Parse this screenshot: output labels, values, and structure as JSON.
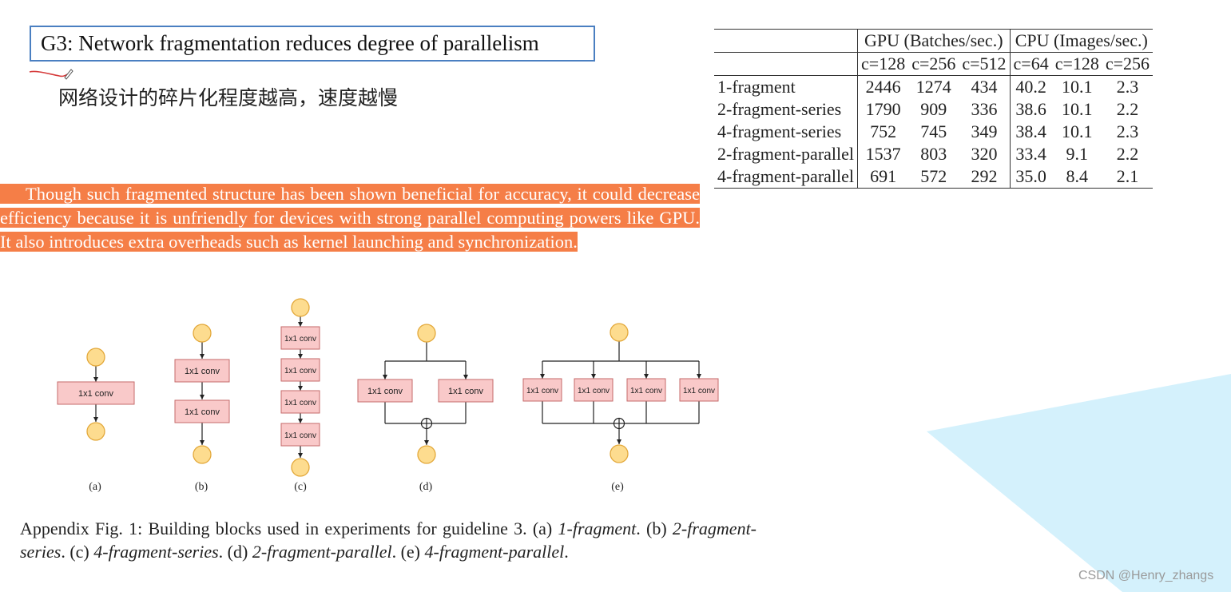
{
  "slide": {
    "title": "G3: Network fragmentation reduces degree of parallelism",
    "subtitle_cn": "网络设计的碎片化程度越高，速度越慢",
    "highlight_color": "#f57e47",
    "paragraph": "Though such fragmented structure has been shown beneficial for accuracy, it could decrease efficiency because it is unfriendly for devices with strong parallel computing powers like GPU. It also introduces extra overheads such as kernel launching and synchronization."
  },
  "table": {
    "group_headers": [
      "GPU (Batches/sec.)",
      "CPU (Images/sec.)"
    ],
    "sub_headers": [
      "c=128",
      "c=256",
      "c=512",
      "c=64",
      "c=128",
      "c=256"
    ],
    "rows": [
      {
        "name": "1-fragment",
        "values": [
          "2446",
          "1274",
          "434",
          "40.2",
          "10.1",
          "2.3"
        ]
      },
      {
        "name": "2-fragment-series",
        "values": [
          "1790",
          "909",
          "336",
          "38.6",
          "10.1",
          "2.2"
        ]
      },
      {
        "name": "4-fragment-series",
        "values": [
          "752",
          "745",
          "349",
          "38.4",
          "10.1",
          "2.3"
        ]
      },
      {
        "name": "2-fragment-parallel",
        "values": [
          "1537",
          "803",
          "320",
          "33.4",
          "9.1",
          "2.2"
        ]
      },
      {
        "name": "4-fragment-parallel",
        "values": [
          "691",
          "572",
          "292",
          "35.0",
          "8.4",
          "2.1"
        ]
      }
    ]
  },
  "figure": {
    "block_label": "1x1 conv",
    "panel_labels": [
      "(a)",
      "(b)",
      "(c)",
      "(d)",
      "(e)"
    ],
    "node_fill": "#fddc8f",
    "node_stroke": "#e3a83a",
    "conv_fill": "#f9c9c9",
    "conv_stroke": "#c56a6a"
  },
  "caption": {
    "prefix": "Appendix Fig. 1: Building blocks used in experiments for guideline 3. (a)",
    "a": "1-fragment",
    "b_label": "(b)",
    "b": "2-fragment-series",
    "c_label": "(c)",
    "c": "4-fragment-series",
    "d_label": "(d)",
    "d": "2-fragment-parallel",
    "e_label": "(e)",
    "e": "4-fragment-parallel"
  },
  "watermark": "CSDN @Henry_zhangs",
  "deco_color": "#cdeefb"
}
